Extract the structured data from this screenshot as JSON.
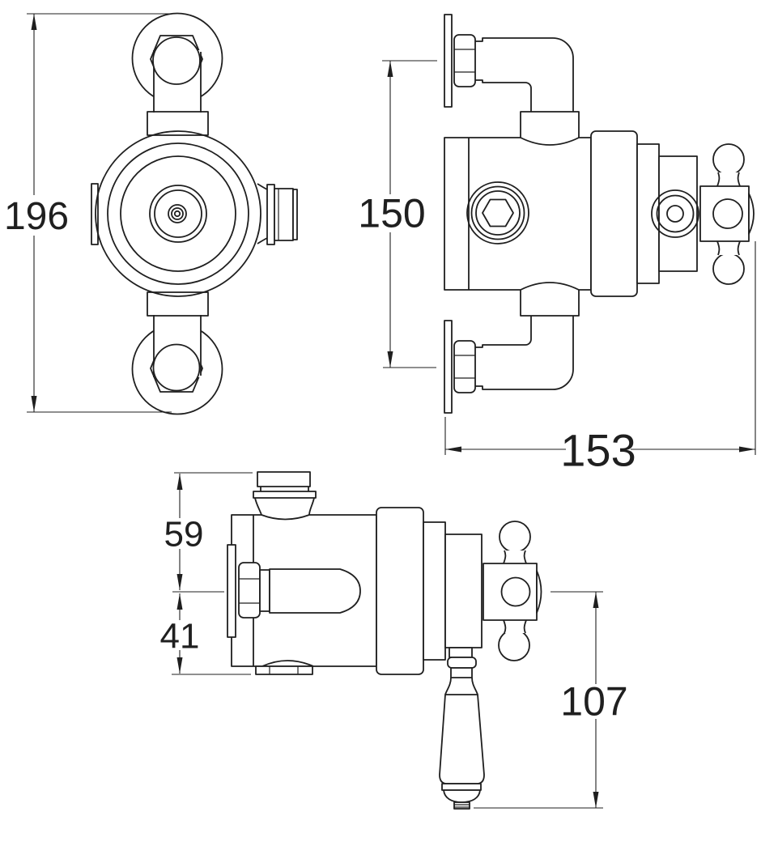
{
  "colors": {
    "line": "#1f1f1f",
    "background": "#ffffff"
  },
  "dimensions": {
    "front_height": "196",
    "side_height": "150",
    "side_width": "153",
    "profile_upper": "59",
    "profile_lower": "41",
    "profile_handle_drop": "107"
  }
}
